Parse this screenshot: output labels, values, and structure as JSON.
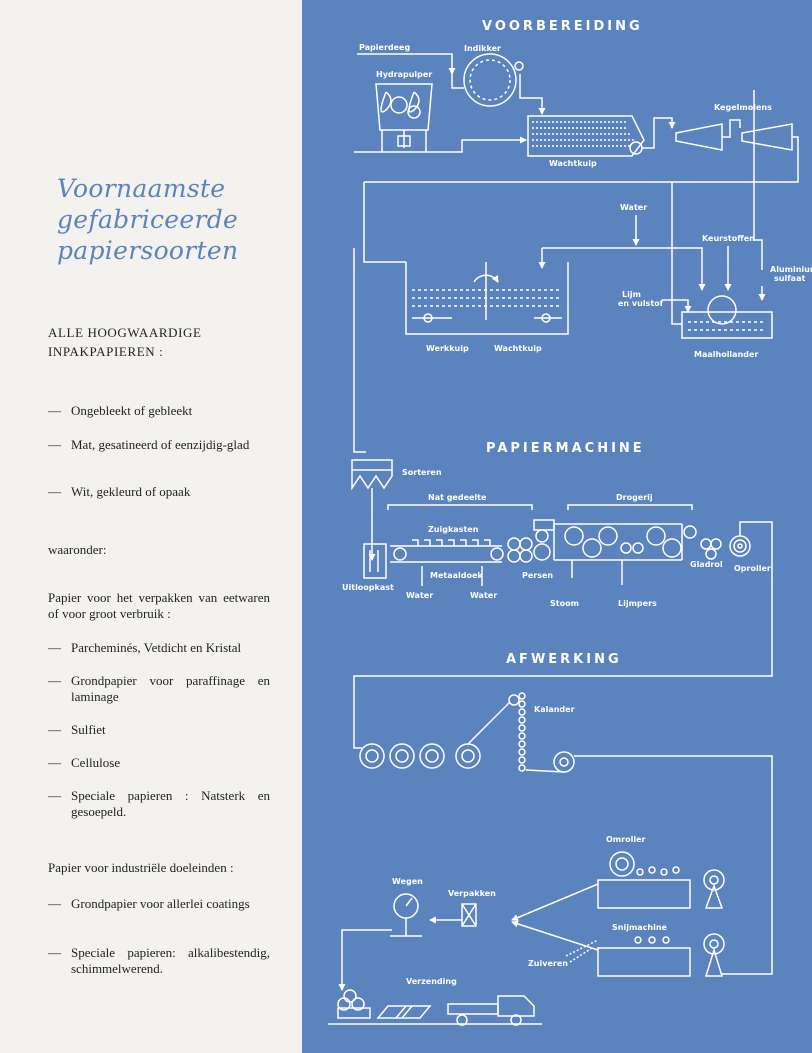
{
  "left": {
    "title": [
      "Voornaamste",
      "gefabriceerde",
      "papiersoorten"
    ],
    "heading": [
      "ALLE HOOGWAARDIGE",
      "INPAKPAPIEREN :"
    ],
    "group1": [
      "Ongebleekt of gebleekt",
      "Mat, gesatineerd of eenzijdig-glad",
      "Wit, gekleurd of opaak"
    ],
    "waaronder": "waaronder:",
    "subheading1": "Papier voor het verpakken van eetwaren of voor groot verbruik :",
    "group2": [
      "Parcheminés, Vetdicht en Kristal",
      "Grondpapier voor paraffinage en laminage",
      "Sulfiet",
      "Cellulose",
      "Speciale papieren : Natsterk en gesoepeld."
    ],
    "subheading2": "Papier voor industriële doeleinden :",
    "group3": [
      "Grondpapier voor allerlei coatings",
      "Speciale papieren: alkalibestendig, schimmelwerend."
    ]
  },
  "diagram": {
    "sections": {
      "voorbereiding": "VOORBEREIDING",
      "papiermachine": "PAPIERMACHINE",
      "afwerking": "AFWERKING"
    },
    "labels": {
      "papierdeeg": "Papierdeeg",
      "indikker": "Indikker",
      "hydrapulper": "Hydrapulper",
      "wachtkuip1": "Wachtkuip",
      "kegelmolens": "Kegelmolens",
      "water1": "Water",
      "keurstoffen": "Keurstoffen",
      "aluminium": "Aluminium",
      "sulfaat": "sulfaat",
      "lijm": "Lijm",
      "vulstof": "en vulstof",
      "werkkuip": "Werkkuip",
      "wachtkuip2": "Wachtkuip",
      "maalhollander": "Maalhollander",
      "sorteren": "Sorteren",
      "natgedeelte": "Nat gedeelte",
      "drogerij": "Drogerij",
      "zuigkasten": "Zuigkasten",
      "metaaldoek": "Metaaldoek",
      "uitloopkast": "Uitloopkast",
      "persen": "Persen",
      "gladrol": "Gladrol",
      "oproller": "Oproller",
      "water2": "Water",
      "water3": "Water",
      "stoom": "Stoom",
      "lijmpers": "Lijmpers",
      "kalander": "Kalander",
      "omroller": "Omroller",
      "wegen": "Wegen",
      "verpakken": "Verpakken",
      "snijmachine": "Snijmachine",
      "zuiveren": "Zuiveren",
      "verzending": "Verzending"
    }
  }
}
